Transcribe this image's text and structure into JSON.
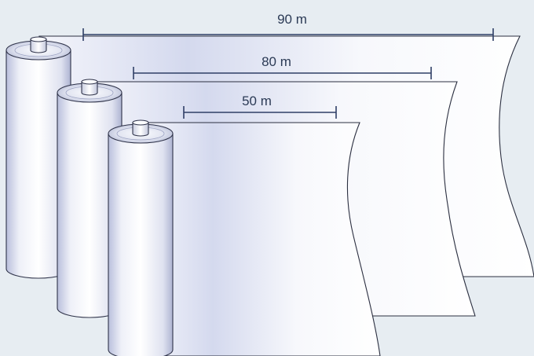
{
  "background_color": "#e7edf2",
  "accent_color": "#2f3f66",
  "rolls": [
    {
      "length_label": "90 m"
    },
    {
      "length_label": "80 m"
    },
    {
      "length_label": "50 m"
    }
  ]
}
